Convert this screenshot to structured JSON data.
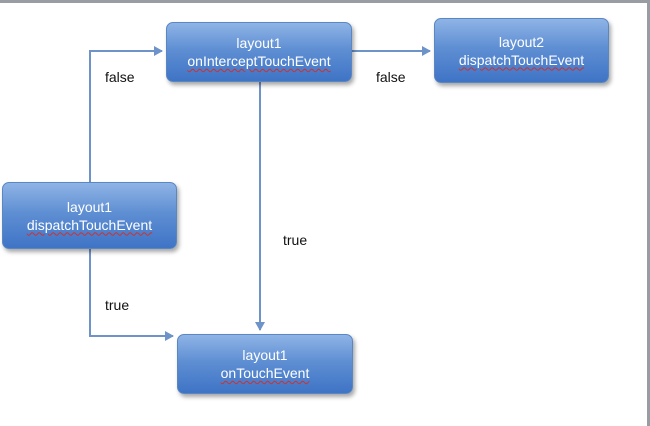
{
  "nodes": {
    "dispatch_layout1": {
      "line1": "layout1",
      "line2": "dispatchTouchEvent"
    },
    "intercept_layout1": {
      "line1": "layout1",
      "line2": "onInterceptTouchEvent"
    },
    "dispatch_layout2": {
      "line1": "layout2",
      "line2": "dispatchTouchEvent"
    },
    "touch_layout1": {
      "line1": "layout1",
      "line2": "onTouchEvent"
    }
  },
  "edges": {
    "dispatch_to_intercept": "false",
    "dispatch_to_touch": "true",
    "intercept_to_dispatch2": "false",
    "intercept_to_touch": "true"
  },
  "colors": {
    "node_fill": "#5f8fd3",
    "connector": "#6e93c9",
    "frame": "#9a9ca3"
  }
}
